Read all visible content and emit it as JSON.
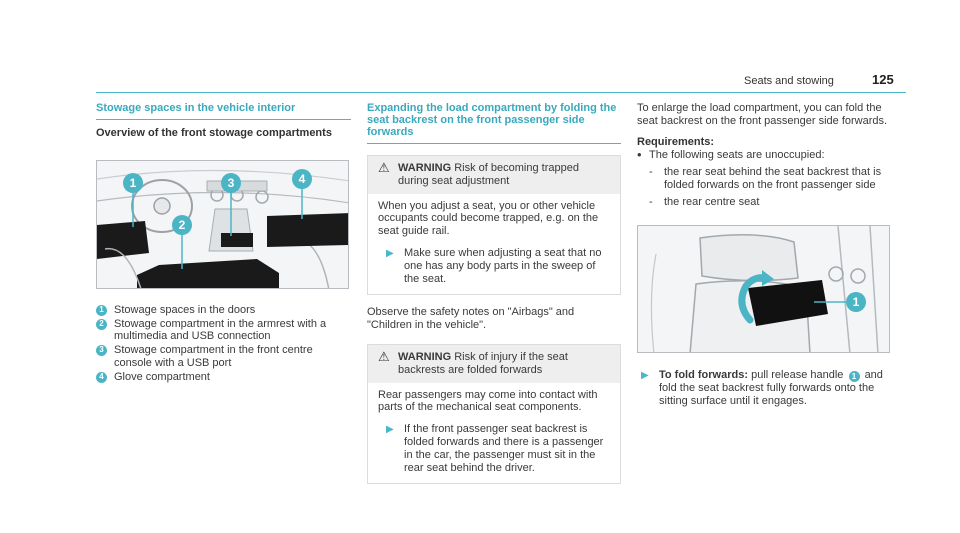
{
  "header": {
    "section": "Seats and stowing",
    "page": "125"
  },
  "col1": {
    "title": "Stowage spaces in the vehicle interior",
    "subtitle": "Overview of the front stowage compartments",
    "figure_callouts": [
      "1",
      "2",
      "3",
      "4"
    ],
    "legend": [
      {
        "num": "1",
        "text": "Stowage spaces in the doors"
      },
      {
        "num": "2",
        "text": "Stowage compartment in the armrest with a multimedia and USB connection"
      },
      {
        "num": "3",
        "text": "Stowage compartment in the front centre console with a USB port"
      },
      {
        "num": "4",
        "text": "Glove compartment"
      }
    ]
  },
  "col2": {
    "title": "Expanding the load compartment by folding the seat backrest on the front passenger side forwards",
    "warning1": {
      "icon": "warning-triangle-icon",
      "label": "WARNING",
      "headline": "Risk of becoming trapped during seat adjustment",
      "body": "When you adjust a seat, you or other vehicle occupants could become trapped, e.g. on the seat guide rail.",
      "action": "Make sure when adjusting a seat that no one has any body parts in the sweep of the seat."
    },
    "observe": "Observe the safety notes on \"Airbags\" and \"Children in the vehicle\".",
    "warning2": {
      "icon": "warning-triangle-icon",
      "label": "WARNING",
      "headline": "Risk of injury if the seat backrests are folded forwards",
      "body": "Rear passengers may come into contact with parts of the mechanical seat components.",
      "action": "If the front passenger seat backrest is folded forwards and there is a passenger in the car, the passenger must sit in the rear seat behind the driver."
    }
  },
  "col3": {
    "intro": "To enlarge the load compartment, you can fold the seat backrest on the front passenger side forwards.",
    "requirements_label": "Requirements:",
    "requirement": "The following seats are unoccupied:",
    "subitems": [
      "the rear seat behind the seat backrest that is folded forwards on the front passenger side",
      "the rear centre seat"
    ],
    "figure_callout": "1",
    "action_label": "To fold forwards:",
    "action_pre": "pull release handle",
    "action_num": "1",
    "action_post": "and fold the seat backrest fully forwards onto the sitting surface until it engages."
  },
  "colors": {
    "accent": "#4bb5c6",
    "text": "#3a3a3a",
    "rule": "#49b8c9"
  }
}
